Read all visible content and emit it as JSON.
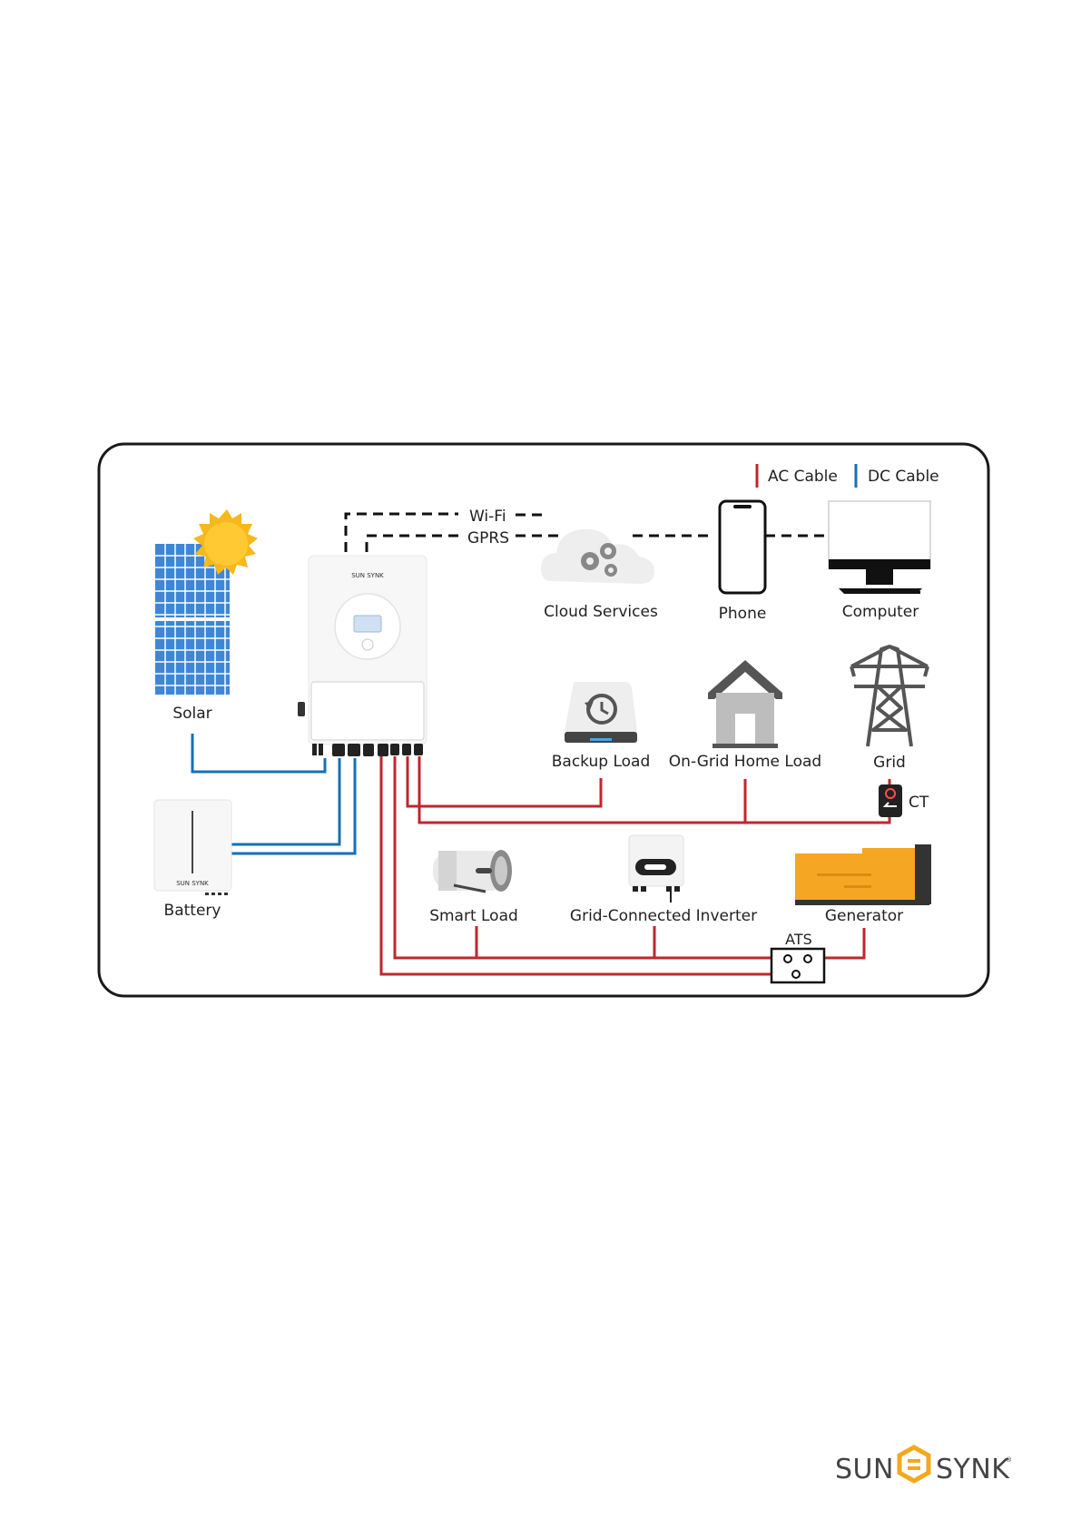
{
  "legend": {
    "ac_label": "AC Cable",
    "dc_label": "DC Cable",
    "ac_color": "#c0262d",
    "dc_color": "#1670b5"
  },
  "comm": {
    "wifi": "Wi-Fi",
    "gprs": "GPRS"
  },
  "components": {
    "solar": "Solar",
    "battery": "Battery",
    "cloud": "Cloud Services",
    "phone": "Phone",
    "computer": "Computer",
    "backup_load": "Backup Load",
    "home_load": "On-Grid Home Load",
    "grid": "Grid",
    "ct": "CT",
    "smart_load": "Smart Load",
    "grid_inverter": "Grid-Connected Inverter",
    "generator": "Generator",
    "ats": "ATS"
  },
  "brand": {
    "name_left": "SUN",
    "name_right": "SYNK",
    "mark": "®",
    "inverter_logo": "SUN SYNK",
    "battery_logo": "SUN SYNK",
    "accent_color": "#f3a81d"
  },
  "icons": {
    "solar": "solar-panel-icon",
    "sun": "sun-icon",
    "cloud": "cloud-gear-icon",
    "phone": "smartphone-icon",
    "computer": "monitor-icon",
    "backup": "backup-restore-icon",
    "home": "house-icon",
    "grid": "transmission-tower-icon",
    "ct": "current-transformer-icon",
    "smart_load": "water-heater-icon",
    "grid_inverter": "grid-inverter-icon",
    "generator": "generator-icon",
    "ats": "transfer-switch-icon"
  }
}
